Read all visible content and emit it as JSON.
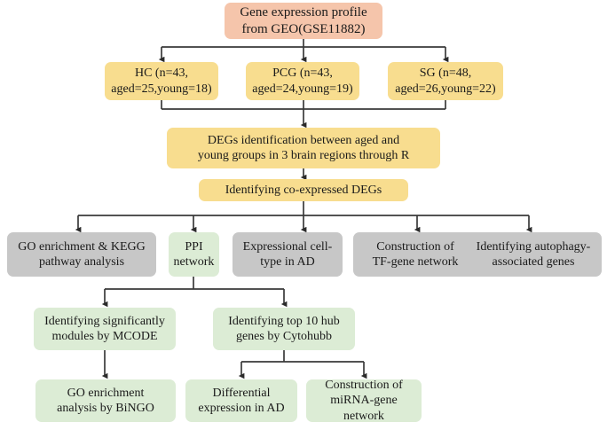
{
  "diagram": {
    "title": "Study workflow flowchart",
    "colors": {
      "salmon": "#f5c5ab",
      "yellow": "#f8dd8f",
      "gray": "#c7c7c7",
      "green": "#dcecd5",
      "connector": "#3a3a3a",
      "background": "#ffffff"
    },
    "nodes": [
      {
        "id": "source",
        "label": "Gene expression profile from GEO(GSE11882)",
        "line1": "Gene expression profile",
        "line2": "from GEO(GSE11882)",
        "color": "salmon"
      },
      {
        "id": "hc",
        "label": "HC (n=43, aged=25,young=18)",
        "line1": "HC (n=43,",
        "line2": "aged=25,young=18)",
        "color": "yellow"
      },
      {
        "id": "pcg",
        "label": "PCG (n=43, aged=24,young=19)",
        "line1": "PCG (n=43,",
        "line2": "aged=24,young=19)",
        "color": "yellow"
      },
      {
        "id": "sg",
        "label": "SG (n=48, aged=26,young=22)",
        "line1": "SG (n=48,",
        "line2": "aged=26,young=22)",
        "color": "yellow"
      },
      {
        "id": "degs",
        "label": "DEGs identification between aged and young groups in 3 brain regions through R",
        "line1": "DEGs identification between aged and",
        "line2": "young groups in 3 brain regions through R",
        "color": "yellow"
      },
      {
        "id": "coexpressed",
        "label": "Identifying co-expressed DEGs",
        "line1": "Identifying co-expressed DEGs",
        "line2": "",
        "color": "yellow"
      },
      {
        "id": "go-kegg",
        "label": "GO enrichment &  KEGG pathway analysis",
        "line1": "GO enrichment &  KEGG",
        "line2": "pathway analysis",
        "color": "gray"
      },
      {
        "id": "ppi",
        "label": "PPI network",
        "line1": "PPI",
        "line2": "network",
        "color": "green"
      },
      {
        "id": "celltype",
        "label": "Expressional cell-type  in AD",
        "line1": "Expressional cell-",
        "line2": "type  in AD",
        "color": "gray"
      },
      {
        "id": "tf-network",
        "label": "Construction of TF-gene network",
        "line1": "Construction of",
        "line2": "TF-gene network",
        "color": "gray"
      },
      {
        "id": "autophagy",
        "label": "Identifying  autophagy-associated  genes",
        "line1": "Identifying  autophagy-",
        "line2": "associated  genes",
        "color": "gray"
      },
      {
        "id": "mcode",
        "label": "Identifying significantly modules by MCODE",
        "line1": "Identifying significantly",
        "line2": "modules by MCODE",
        "color": "green"
      },
      {
        "id": "cytohubb",
        "label": "Identifying top 10 hub genes by Cytohubb",
        "line1": "Identifying top 10 hub",
        "line2": "genes by Cytohubb",
        "color": "green"
      },
      {
        "id": "bingo",
        "label": "GO enrichment analysis by BiNGO",
        "line1": "GO enrichment",
        "line2": "analysis by BiNGO",
        "color": "green"
      },
      {
        "id": "diff-ad",
        "label": "Differential expression  in AD",
        "line1": "Differential",
        "line2": "expression  in AD",
        "color": "green"
      },
      {
        "id": "mirna-network",
        "label": "Construction of miRNA-gene network",
        "line1": "Construction of",
        "line2": "miRNA-gene network",
        "color": "green"
      }
    ],
    "edges": [
      {
        "from": "source",
        "to": "hc"
      },
      {
        "from": "source",
        "to": "pcg"
      },
      {
        "from": "source",
        "to": "sg"
      },
      {
        "from": "hc",
        "to": "degs"
      },
      {
        "from": "pcg",
        "to": "degs"
      },
      {
        "from": "sg",
        "to": "degs"
      },
      {
        "from": "degs",
        "to": "coexpressed"
      },
      {
        "from": "coexpressed",
        "to": "go-kegg"
      },
      {
        "from": "coexpressed",
        "to": "ppi"
      },
      {
        "from": "coexpressed",
        "to": "celltype"
      },
      {
        "from": "coexpressed",
        "to": "tf-network"
      },
      {
        "from": "coexpressed",
        "to": "autophagy"
      },
      {
        "from": "ppi",
        "to": "mcode"
      },
      {
        "from": "ppi",
        "to": "cytohubb"
      },
      {
        "from": "mcode",
        "to": "bingo"
      },
      {
        "from": "cytohubb",
        "to": "diff-ad"
      },
      {
        "from": "cytohubb",
        "to": "mirna-network"
      }
    ]
  }
}
